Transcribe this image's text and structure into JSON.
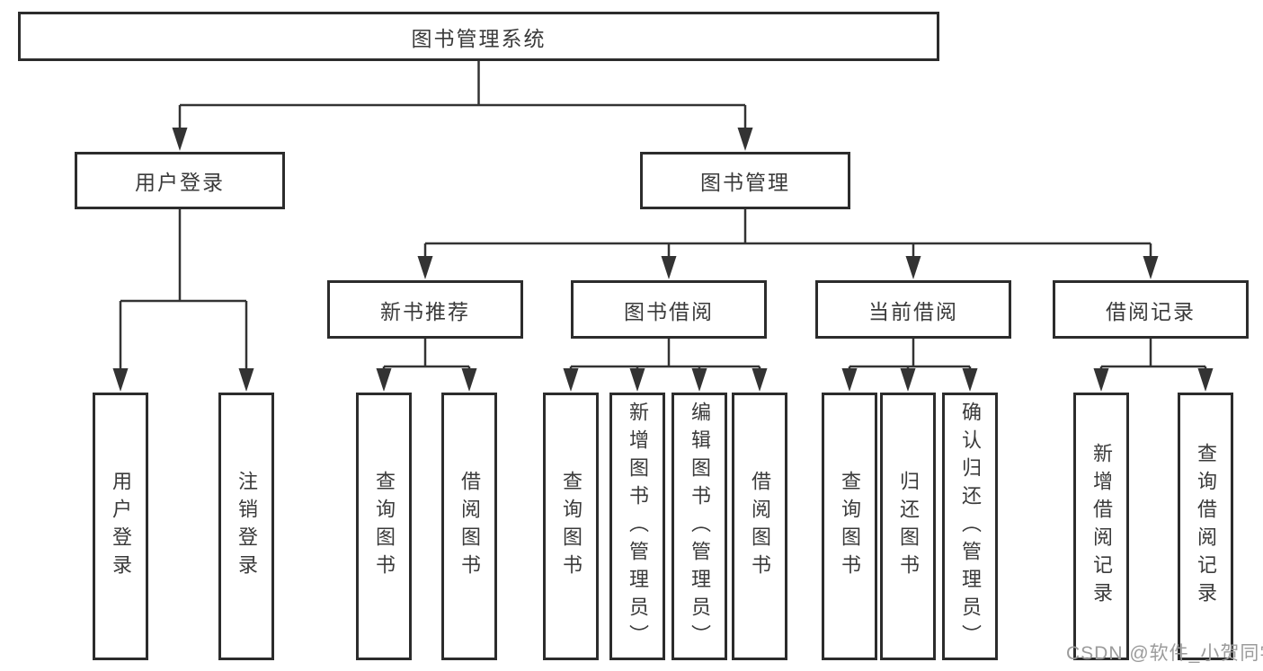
{
  "tree": {
    "root": {
      "label": "图书管理系统",
      "children": [
        {
          "label": "用户登录",
          "children": [
            {
              "label": "用户登录"
            },
            {
              "label": "注销登录"
            }
          ]
        },
        {
          "label": "图书管理",
          "children": [
            {
              "label": "新书推荐",
              "children": [
                {
                  "label": "查询图书"
                },
                {
                  "label": "借阅图书"
                }
              ]
            },
            {
              "label": "图书借阅",
              "children": [
                {
                  "label": "查询图书"
                },
                {
                  "label": "新增图书（管理员）"
                },
                {
                  "label": "编辑图书（管理员）"
                },
                {
                  "label": "借阅图书"
                }
              ]
            },
            {
              "label": "当前借阅",
              "children": [
                {
                  "label": "查询图书"
                },
                {
                  "label": "归还图书"
                },
                {
                  "label": "确认归还（管理员）"
                }
              ]
            },
            {
              "label": "借阅记录",
              "children": [
                {
                  "label": "新增借阅记录"
                },
                {
                  "label": "查询借阅记录"
                }
              ]
            }
          ]
        }
      ]
    }
  },
  "watermark": {
    "text": "CSDN @软件_小贺同学"
  },
  "colors": {
    "line": "#333333",
    "box_border": "#2c2c2c",
    "text": "#3a3a3a",
    "watermark": "#9b9b9b",
    "background": "#ffffff"
  }
}
